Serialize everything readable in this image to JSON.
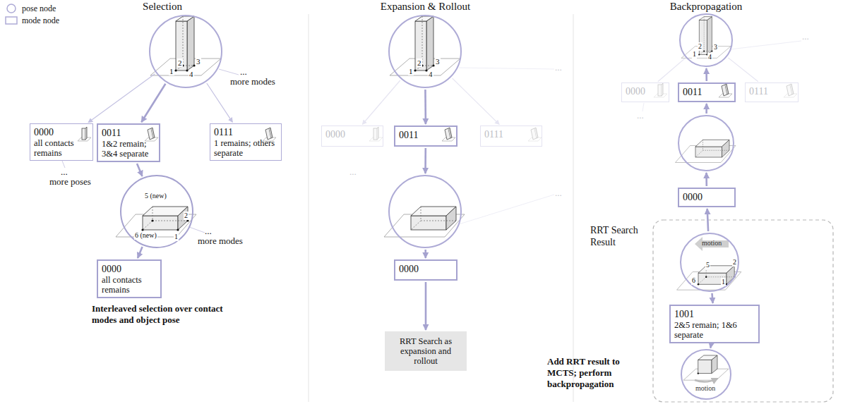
{
  "diagram": {
    "nodes": [
      {
        "text": [
          "2",
          "3",
          "1",
          "4"
        ]
      },
      {
        "text": [
          "0000",
          "all contacts remains"
        ]
      },
      {
        "text": [
          "0011",
          "1&2 remain; 3&4 separate"
        ]
      },
      {
        "text": [
          "0111",
          "1 remains; others separate"
        ]
      },
      {
        "text": [
          "5 (new)",
          "2",
          "6 (new)",
          "1"
        ]
      },
      {
        "text": [
          "0000",
          "all contacts remains"
        ]
      },
      {
        "text": [
          "2",
          "3",
          "1",
          "4"
        ]
      },
      {
        "text": [
          "0000"
        ]
      },
      {
        "text": [
          "0011"
        ]
      },
      {
        "text": [
          "0111"
        ]
      },
      {
        "text": []
      },
      {
        "text": [
          "0000"
        ]
      },
      {
        "text": [
          "RRT Search as expansion and rollout"
        ]
      },
      {
        "text": [
          "2",
          "3",
          "1",
          "4"
        ]
      },
      {
        "text": [
          "0000"
        ]
      },
      {
        "text": [
          "0011"
        ]
      },
      {
        "text": [
          "0111"
        ]
      },
      {
        "text": []
      },
      {
        "text": [
          "0000"
        ]
      },
      {
        "text": [
          "5",
          "2",
          "6",
          "1",
          "motion"
        ]
      },
      {
        "text": [
          "1001",
          "2&5 remain; 1&6 separate"
        ]
      },
      {
        "text": [
          "motion"
        ]
      }
    ],
    "edges": [
      {
        "from": 0,
        "to": 1,
        "arrow": "to"
      },
      {
        "from": 0,
        "to": 2,
        "arrow": "to"
      },
      {
        "from": 0,
        "to": 3,
        "arrow": "to"
      },
      {
        "from": 2,
        "to": 4,
        "arrow": "to"
      },
      {
        "from": 4,
        "to": 5,
        "arrow": "to"
      },
      {
        "from": 6,
        "to": 7,
        "arrow": "to"
      },
      {
        "from": 6,
        "to": 8,
        "arrow": "to"
      },
      {
        "from": 6,
        "to": 9,
        "arrow": "to"
      },
      {
        "from": 8,
        "to": 10,
        "arrow": "to"
      },
      {
        "from": 10,
        "to": 11,
        "arrow": "to"
      },
      {
        "from": 11,
        "to": 12,
        "arrow": "to"
      },
      {
        "from": 13,
        "to": 14,
        "arrow": "none"
      },
      {
        "from": 15,
        "to": 13,
        "arrow": "to"
      },
      {
        "from": 13,
        "to": 16,
        "arrow": "none"
      },
      {
        "from": 17,
        "to": 15,
        "arrow": "to"
      },
      {
        "from": 18,
        "to": 17,
        "arrow": "to"
      },
      {
        "from": 19,
        "to": 18,
        "arrow": "to"
      },
      {
        "from": 19,
        "to": 20,
        "arrow": "to"
      },
      {
        "from": 20,
        "to": 21,
        "arrow": "to"
      }
    ],
    "labels": [
      "Selection",
      "Expansion & Rollout",
      "Backpropagation",
      "...",
      "more modes",
      "...",
      "more poses",
      "...",
      "more modes",
      "Interleaved selection over contact modes and object pose",
      "...",
      "...",
      "...",
      "...",
      "...",
      "RRT Search Result",
      "Add RRT result to MCTS; perform backpropagation"
    ],
    "legend": [
      {
        "text": "pose node"
      },
      {
        "text": "mode node"
      }
    ]
  }
}
